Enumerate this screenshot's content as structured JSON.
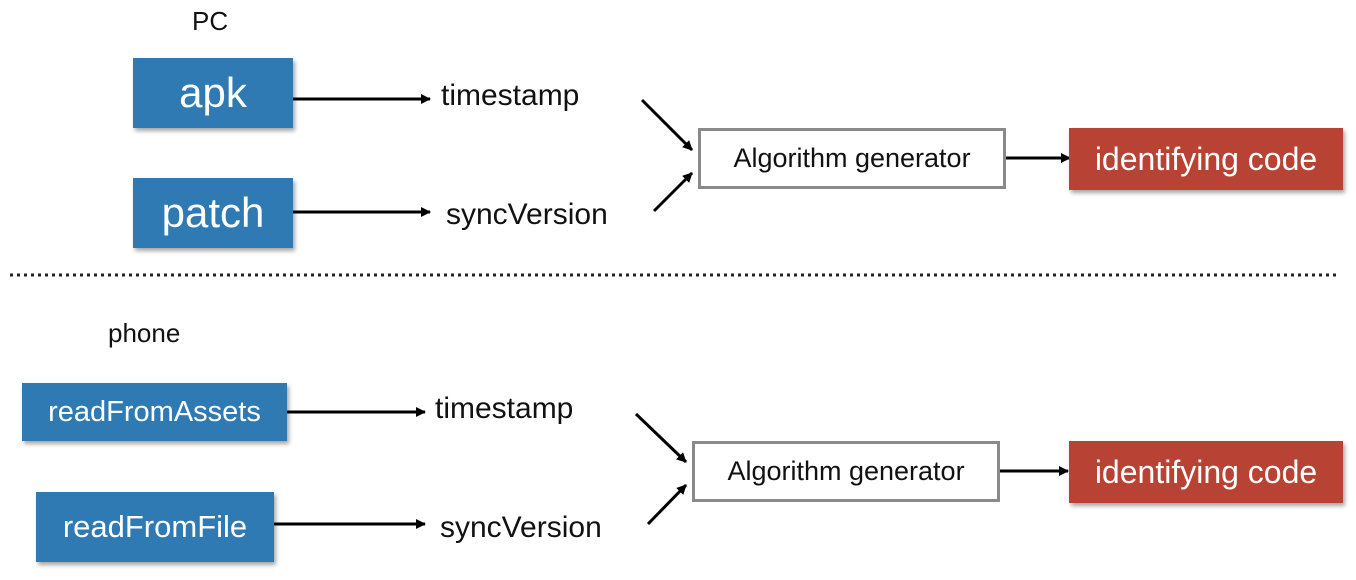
{
  "pc": {
    "label": "PC",
    "inputs": [
      "apk",
      "patch"
    ],
    "params": [
      "timestamp",
      "syncVersion"
    ],
    "generator": "Algorithm generator",
    "output": "identifying code"
  },
  "phone": {
    "label": "phone",
    "inputs": [
      "readFromAssets",
      "readFromFile"
    ],
    "params": [
      "timestamp",
      "syncVersion"
    ],
    "generator": "Algorithm generator",
    "output": "identifying code"
  },
  "colors": {
    "input_box": "#2f7ab3",
    "output_box": "#b84335",
    "generator_border": "#8a8a8a",
    "arrow": "#000000"
  }
}
